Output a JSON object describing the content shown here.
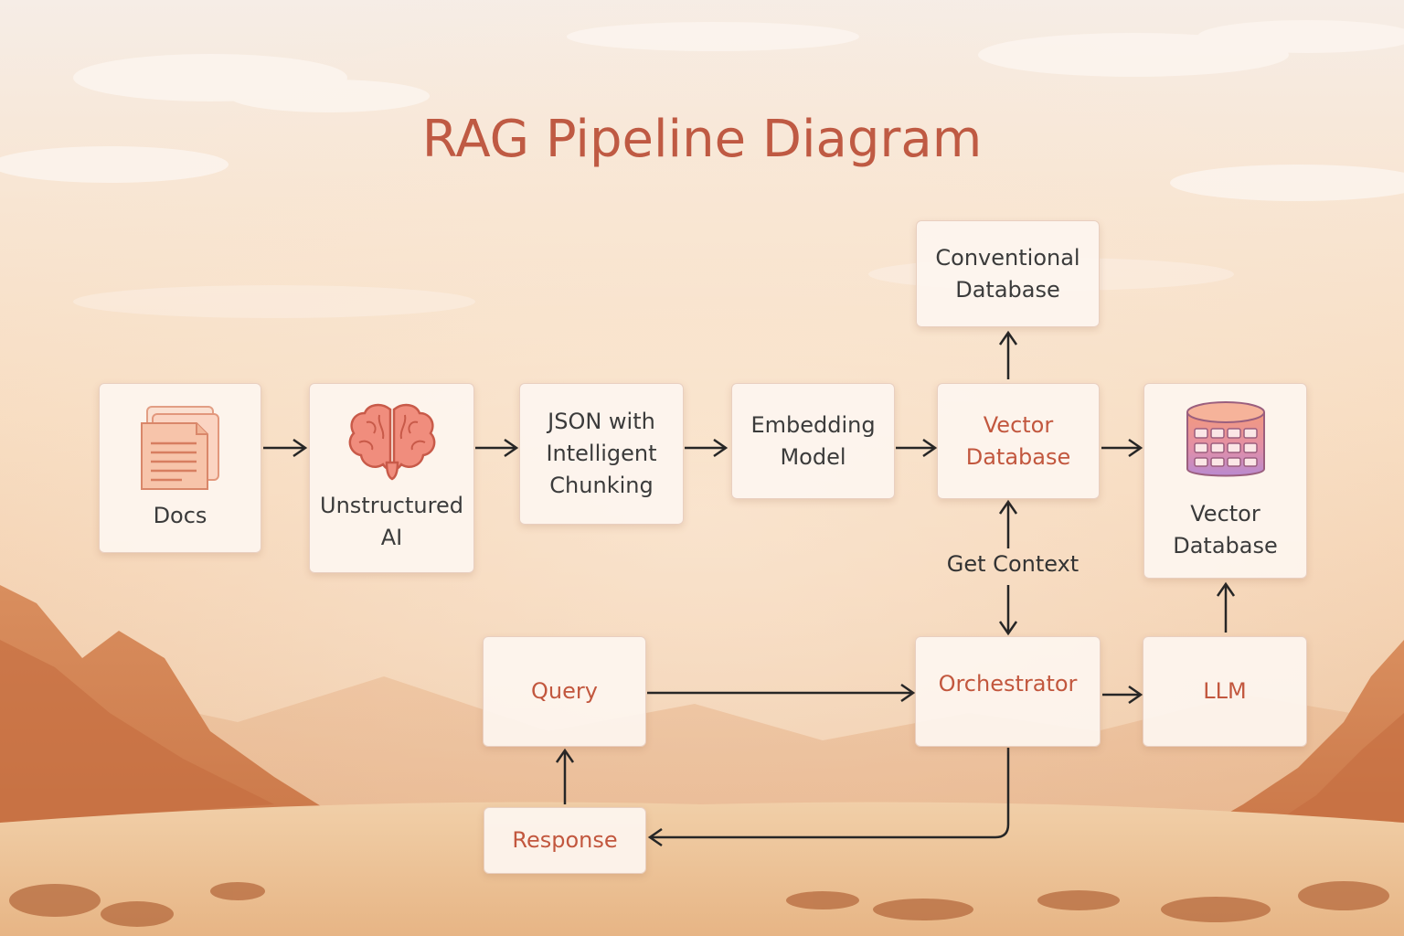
{
  "title": "RAG Pipeline Diagram",
  "nodes": {
    "docs": {
      "label": "Docs"
    },
    "unstructured": {
      "label": "Unstructured\nAI"
    },
    "json": {
      "label": "JSON with\nIntelligent\nChunking"
    },
    "embedding": {
      "label": "Embedding\nModel"
    },
    "vector_db_mid": {
      "label": "Vector\nDatabase"
    },
    "vector_db_right": {
      "label": "Vector\nDatabase"
    },
    "conventional_db": {
      "label": "Conventional\nDatabase"
    },
    "query": {
      "label": "Query"
    },
    "orchestrator": {
      "label": "Orchestrator"
    },
    "llm": {
      "label": "LLM"
    },
    "response": {
      "label": "Response"
    }
  },
  "edges": {
    "get_context": "Get Context"
  },
  "icons": {
    "docs": "document-stack-icon",
    "unstructured": "brain-icon",
    "vector_db_right": "database-cylinder-icon"
  },
  "colors": {
    "title": "#bf5a43",
    "accent_text": "#c2573e",
    "text": "#3b3b3b",
    "arrow": "#262626"
  }
}
